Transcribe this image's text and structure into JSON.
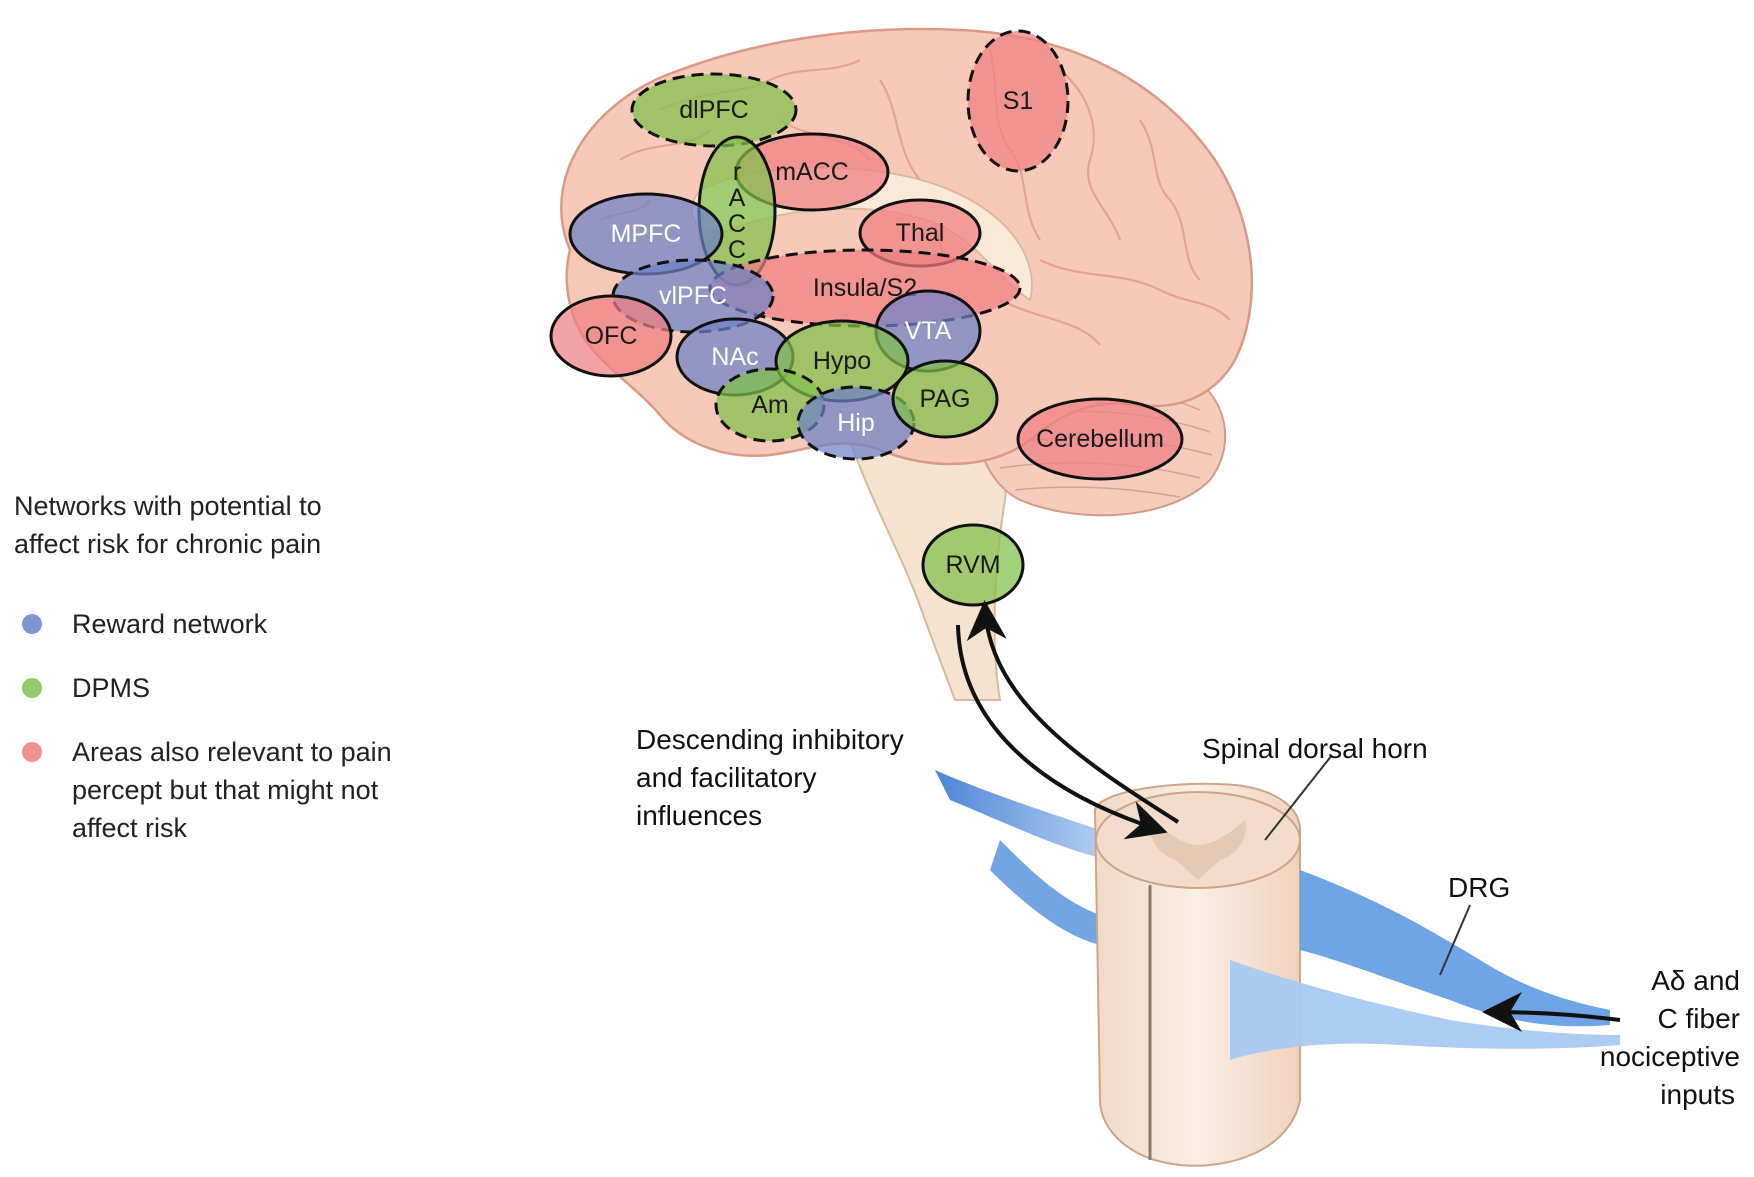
{
  "colors": {
    "reward": "#6c82c8",
    "dpms": "#7fc14a",
    "other": "#ee7e82",
    "brain": "#f7c7b5",
    "nerve": "#3d7fd6"
  },
  "legend": {
    "title_line1": "Networks with potential to",
    "title_line2": "affect risk for chronic pain",
    "items": [
      {
        "lines": [
          "Reward network"
        ],
        "color_key": "reward"
      },
      {
        "lines": [
          "DPMS"
        ],
        "color_key": "dpms"
      },
      {
        "lines": [
          "Areas also relevant to pain",
          "percept but that might not",
          "affect risk"
        ],
        "color_key": "other"
      }
    ]
  },
  "regions": [
    {
      "id": "s1",
      "label": "S1",
      "group": "other",
      "dashed": true
    },
    {
      "id": "dlpfc",
      "label": "dlPFC",
      "group": "dpms",
      "dashed": true
    },
    {
      "id": "macc",
      "label": "mACC",
      "group": "other",
      "dashed": false
    },
    {
      "id": "racc",
      "label": "r\nA\nC\nC",
      "group": "dpms",
      "dashed": false
    },
    {
      "id": "mpfc",
      "label": "MPFC",
      "group": "reward",
      "dashed": false
    },
    {
      "id": "thal",
      "label": "Thal",
      "group": "other",
      "dashed": false
    },
    {
      "id": "insula",
      "label": "Insula/S2",
      "group": "other",
      "dashed": true
    },
    {
      "id": "vlpfc",
      "label": "vlPFC",
      "group": "reward",
      "dashed": true
    },
    {
      "id": "ofc",
      "label": "OFC",
      "group": "other",
      "dashed": false
    },
    {
      "id": "vta",
      "label": "VTA",
      "group": "reward",
      "dashed": false
    },
    {
      "id": "nac",
      "label": "NAc",
      "group": "reward",
      "dashed": false
    },
    {
      "id": "hypo",
      "label": "Hypo",
      "group": "dpms",
      "dashed": false
    },
    {
      "id": "am",
      "label": "Am",
      "group": "dpms",
      "dashed": true
    },
    {
      "id": "hip",
      "label": "Hip",
      "group": "reward",
      "dashed": true
    },
    {
      "id": "pag",
      "label": "PAG",
      "group": "dpms",
      "dashed": false
    },
    {
      "id": "cerebellum",
      "label": "Cerebellum",
      "group": "other",
      "dashed": false
    },
    {
      "id": "rvm",
      "label": "RVM",
      "group": "dpms",
      "dashed": false
    }
  ],
  "annotations": {
    "descending_line1": "Descending inhibitory",
    "descending_line2": "and facilitatory",
    "descending_line3": "influences",
    "spinal_dorsal_horn": "Spinal dorsal horn",
    "drg": "DRG",
    "fiber_line1": "Aδ and",
    "fiber_line2": "C fiber",
    "fiber_line3": "nociceptive",
    "fiber_line4": "inputs"
  }
}
